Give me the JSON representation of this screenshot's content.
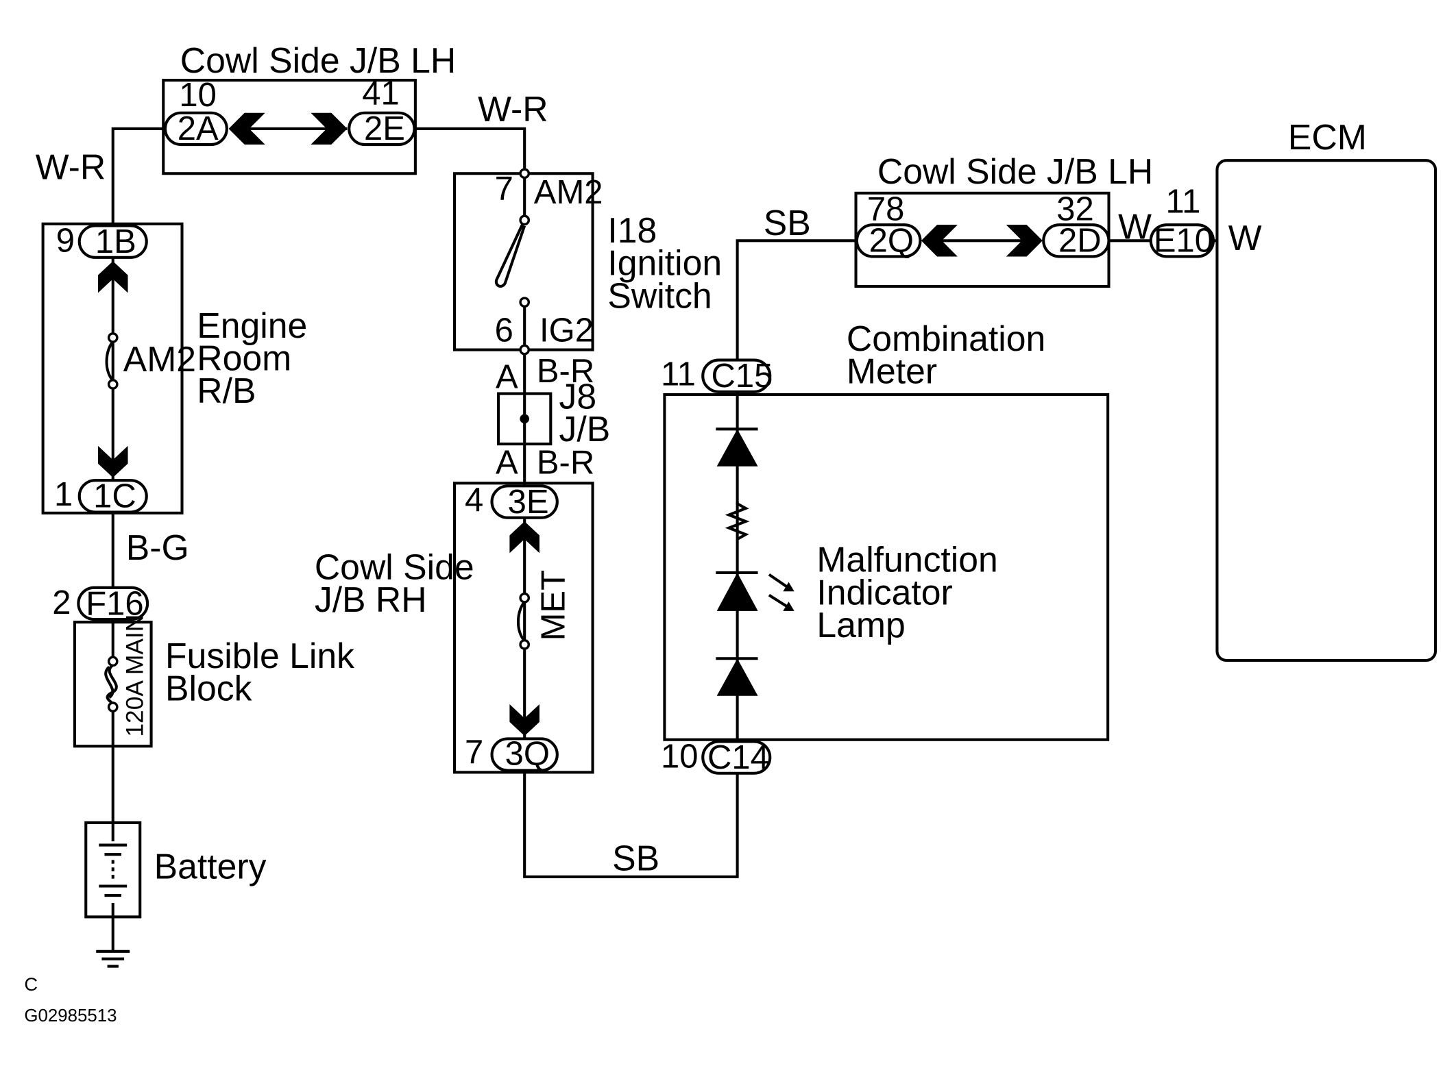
{
  "wires": {
    "wr_left": "W-R",
    "wr_top": "W-R",
    "bg": "B-G",
    "br_upper": "B-R",
    "br_lower": "B-R",
    "sb_top": "SB",
    "sb_bottom": "SB",
    "w_jb": "W",
    "w_ecm": "W"
  },
  "cowl_lh_top": {
    "title": "Cowl Side J/B LH",
    "pin_left_num": "10",
    "pin_left_conn": "2A",
    "pin_right_num": "41",
    "pin_right_conn": "2E"
  },
  "engine_room": {
    "title_l1": "Engine",
    "title_l2": "Room",
    "title_l3": "R/B",
    "top_num": "9",
    "top_conn": "1B",
    "fuse": "AM2",
    "bot_num": "1",
    "bot_conn": "1C"
  },
  "fusible_link": {
    "title_l1": "Fusible Link",
    "title_l2": "Block",
    "pin_num": "2",
    "pin_conn": "F16",
    "fuse": "120A MAIN"
  },
  "battery": {
    "label": "Battery"
  },
  "ignition": {
    "title_l1": "I18",
    "title_l2": "Ignition",
    "title_l3": "Switch",
    "top_num": "7",
    "top_label": "AM2",
    "bot_num": "6",
    "bot_label": "IG2"
  },
  "j8": {
    "title_l1": "J8",
    "title_l2": "J/B",
    "top_pin": "A",
    "bot_pin": "A"
  },
  "cowl_rh": {
    "title_l1": "Cowl Side",
    "title_l2": "J/B RH",
    "top_num": "4",
    "top_conn": "3E",
    "fuse": "MET",
    "bot_num": "7",
    "bot_conn": "3Q"
  },
  "cowl_lh_right": {
    "title": "Cowl Side J/B LH",
    "pin_left_num": "78",
    "pin_left_conn": "2Q",
    "pin_right_num": "32",
    "pin_right_conn": "2D"
  },
  "ecm": {
    "title": "ECM",
    "pin_num": "11",
    "pin_conn": "E10"
  },
  "combination_meter": {
    "title_l1": "Combination",
    "title_l2": "Meter",
    "top_num": "11",
    "top_conn": "C15",
    "bot_num": "10",
    "bot_conn": "C14",
    "lamp_l1": "Malfunction",
    "lamp_l2": "Indicator",
    "lamp_l3": "Lamp"
  },
  "footer": {
    "code": "C",
    "figure_id": "G02985513"
  }
}
